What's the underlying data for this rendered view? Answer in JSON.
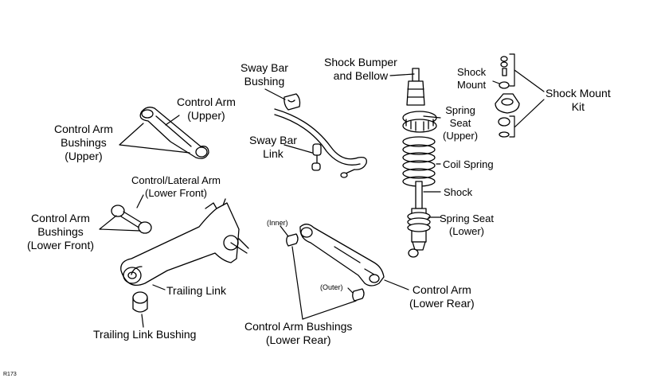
{
  "figure_id": "R173",
  "labels": {
    "control_arm_upper": [
      "Control Arm",
      "(Upper)"
    ],
    "control_arm_bushings_upper": [
      "Control Arm",
      "Bushings",
      "(Upper)"
    ],
    "sway_bar_bushing": [
      "Sway Bar",
      "Bushing"
    ],
    "sway_bar_link": [
      "Sway Bar",
      "Link"
    ],
    "shock_bumper_bellow": [
      "Shock Bumper",
      "and Bellow"
    ],
    "shock_mount": [
      "Shock",
      "Mount"
    ],
    "shock_mount_kit": [
      "Shock Mount",
      "Kit"
    ],
    "spring_seat_upper": [
      "Spring",
      "Seat",
      "(Upper)"
    ],
    "coil_spring": "Coil Spring",
    "shock": "Shock",
    "spring_seat_lower": [
      "Spring Seat",
      "(Lower)"
    ],
    "control_lateral_arm": [
      "Control/Lateral Arm",
      "(Lower Front)"
    ],
    "control_arm_bushings_lower_front": [
      "Control Arm",
      "Bushings",
      "(Lower Front)"
    ],
    "trailing_link": "Trailing Link",
    "trailing_link_bushing": "Trailing Link Bushing",
    "inner": "(Inner)",
    "outer": "(Outer)",
    "control_arm_lower_rear": [
      "Control Arm",
      "(Lower Rear)"
    ],
    "control_arm_bushings_lower_rear": [
      "Control Arm Bushings",
      "(Lower Rear)"
    ]
  }
}
